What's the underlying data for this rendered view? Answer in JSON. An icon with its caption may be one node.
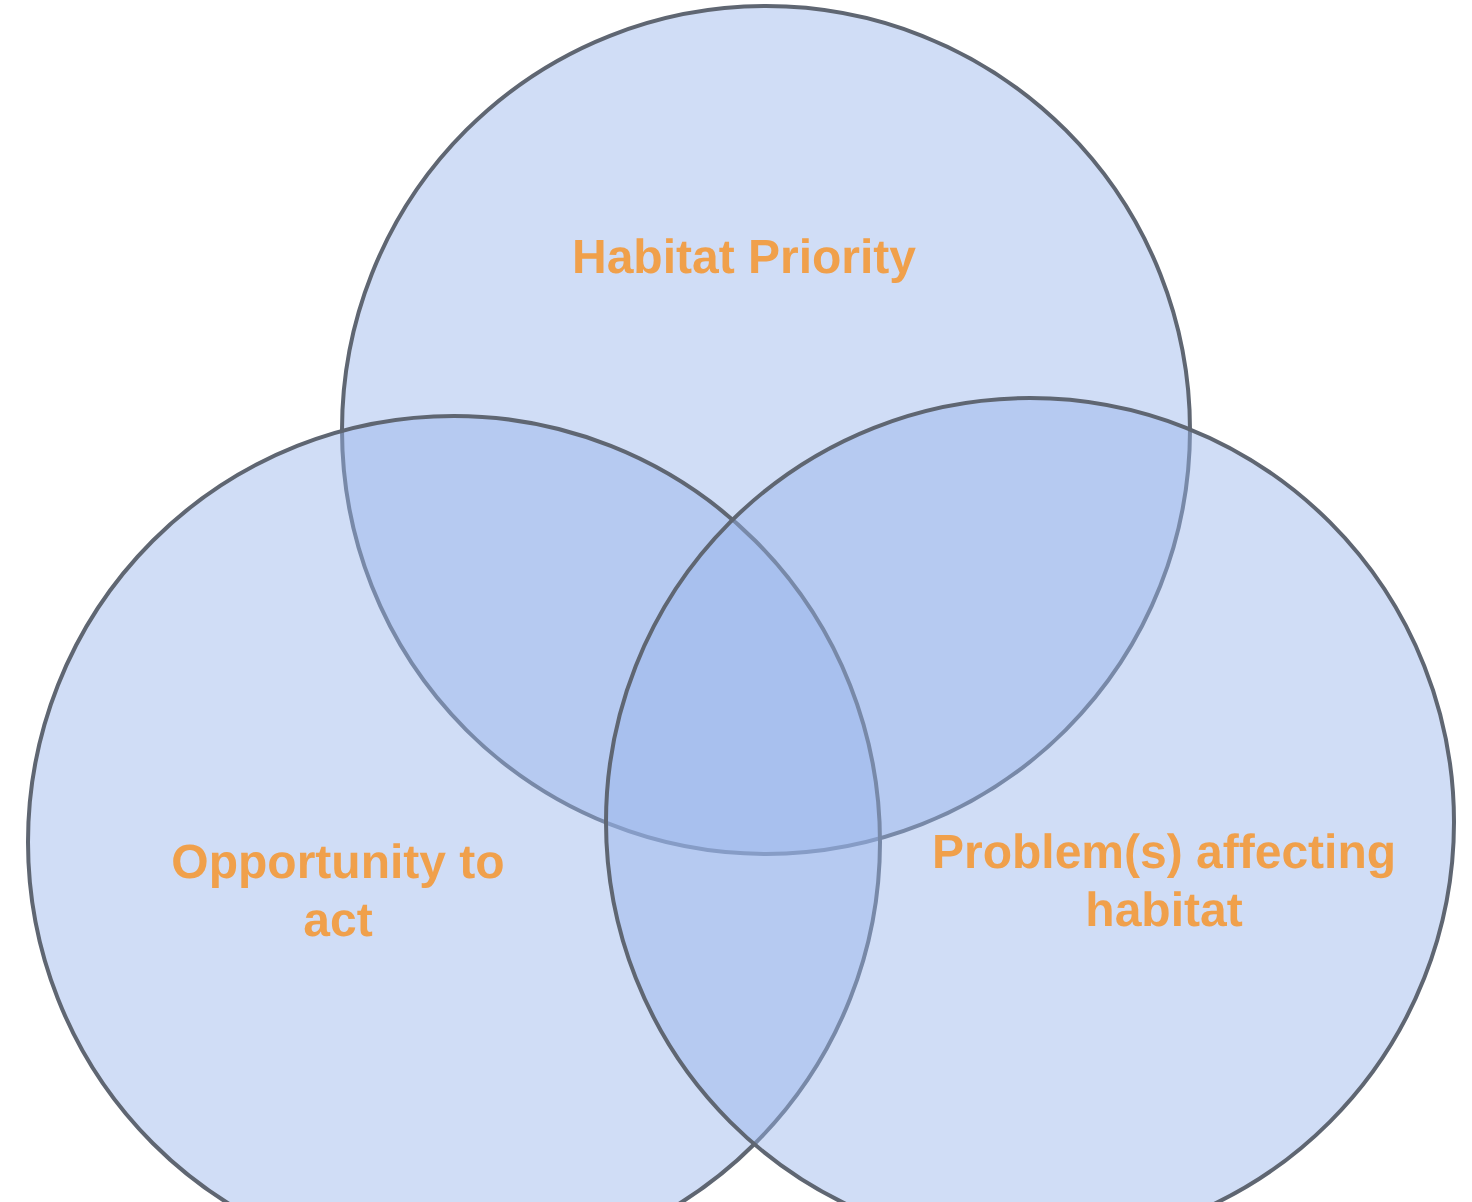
{
  "diagram": {
    "nodes": [
      {
        "text": [
          "Habitat Priority"
        ]
      },
      {
        "text": [
          "Opportunity to act"
        ]
      },
      {
        "text": [
          "Problem(s) affecting habitat"
        ]
      }
    ]
  }
}
